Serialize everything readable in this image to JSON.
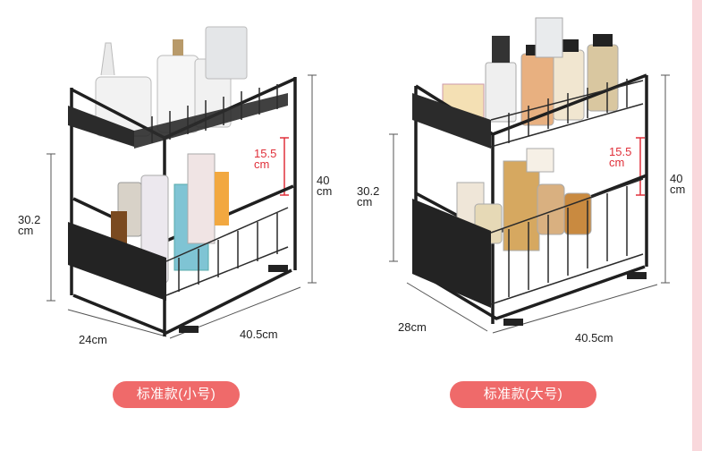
{
  "products": [
    {
      "variant_label": "标准款(小号)",
      "dims": {
        "shelf_gap": "15.5\ncm",
        "total_height": "40\ncm",
        "lower_height": "30.2\ncm",
        "depth": "24cm",
        "width": "40.5cm"
      }
    },
    {
      "variant_label": "标准款(大号)",
      "dims": {
        "shelf_gap": "15.5\ncm",
        "total_height": "40\ncm",
        "lower_height": "30.2\ncm",
        "depth": "28cm",
        "width": "40.5cm"
      }
    }
  ],
  "colors": {
    "pill": "#ef6a6a",
    "accent_dim": "#e0303a",
    "frame": "#1f1f1f",
    "side_stripe": "#f9d8dc"
  }
}
